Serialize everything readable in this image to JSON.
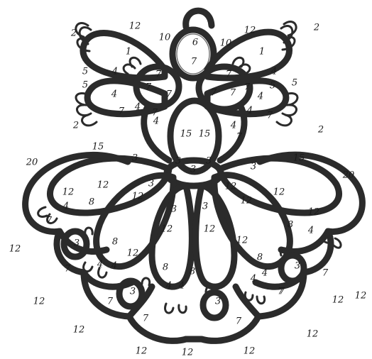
{
  "labels": [
    "12",
    "2",
    "10",
    "6",
    "10",
    "12",
    "2",
    "1",
    "7",
    "1",
    "5",
    "4",
    "7",
    "7",
    "7",
    "7",
    "4",
    "5",
    "5",
    "4",
    "7",
    "7",
    "7",
    "4",
    "5",
    "2",
    "7",
    "4",
    "4",
    "7",
    "2",
    "7",
    "15",
    "15",
    "7",
    "4",
    "4",
    "15",
    "3",
    "3",
    "3",
    "3",
    "3",
    "15",
    "20",
    "12",
    "20",
    "12",
    "3",
    "3",
    "3",
    "12",
    "12",
    "12",
    "12",
    "12",
    "4",
    "8",
    "8",
    "4",
    "12",
    "12",
    "7",
    "3",
    "8",
    "8",
    "7",
    "12",
    "12",
    "12",
    "12",
    "7",
    "4",
    "4",
    "8",
    "8",
    "4",
    "4",
    "3",
    "7",
    "7",
    "3",
    "4",
    "4",
    "3",
    "7",
    "12",
    "12",
    "7",
    "7",
    "12",
    "12",
    "12",
    "12",
    "12"
  ],
  "colors": {
    "thread": "#2b2b2b",
    "background": "#ffffff",
    "text": "#1a1a1a"
  }
}
